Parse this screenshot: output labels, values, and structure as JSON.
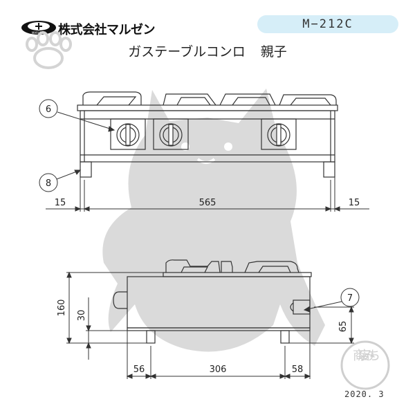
{
  "header": {
    "company_name": "株式会社マルゼン",
    "logo_emblem_text": "MARUZEN",
    "model_number": "M−212C",
    "product_title": "ガステーブルコンロ",
    "product_subtitle": "親子"
  },
  "front_view": {
    "callouts": [
      "6",
      "8"
    ],
    "dimensions": [
      "15",
      "565",
      "15"
    ]
  },
  "side_view": {
    "callouts": [
      "7"
    ],
    "dimensions_vertical": [
      "160",
      "30",
      "65"
    ],
    "dimensions_horizontal": [
      "56",
      "306",
      "58"
    ]
  },
  "watermark": {
    "stamp_text": "商店みち"
  },
  "footer": {
    "date": "2020. 3"
  },
  "colors": {
    "model_badge_bg": "#d6eef8",
    "watermark": "#d9d9d9",
    "line": "#333333"
  }
}
